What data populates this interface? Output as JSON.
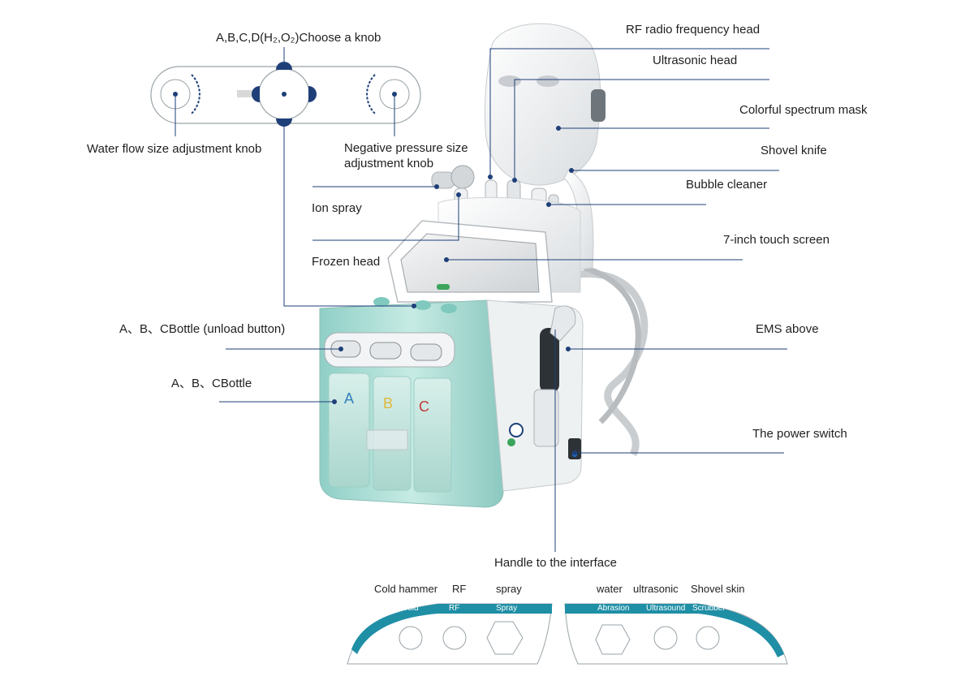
{
  "knob_panel": {
    "title": "A,B,C,D(H₂,O₂)Choose a knob",
    "water_flow_label": "Water flow size adjustment knob",
    "negative_pressure_label": "Negative pressure size adjustment knob"
  },
  "callouts_right": {
    "rf_head": "RF radio frequency head",
    "ultrasonic_head": "Ultrasonic head",
    "spectrum_mask": "Colorful spectrum mask",
    "shovel_knife": "Shovel knife",
    "bubble_cleaner": "Bubble cleaner",
    "touch_screen": "7-inch touch screen",
    "ems_above": "EMS above",
    "power_switch": "The power switch"
  },
  "callouts_left": {
    "ion_spray": "Ion spray",
    "frozen_head": "Frozen head",
    "bottle_unload": "A、B、CBottle (unload button)",
    "bottles": "A、B、CBottle"
  },
  "bottle_letters": [
    "A",
    "B",
    "C"
  ],
  "interface": {
    "title": "Handle to the interface",
    "left_panel": [
      {
        "label": "Cold hammer",
        "tag": "Cold"
      },
      {
        "label": "RF",
        "tag": "RF"
      },
      {
        "label": "spray",
        "tag": "Spray"
      }
    ],
    "right_panel": [
      {
        "label": "water",
        "tag": "Abrasion"
      },
      {
        "label": "ultrasonic",
        "tag": "Ultrasound"
      },
      {
        "label": "Shovel skin",
        "tag": "Scrubber"
      }
    ]
  },
  "colors": {
    "accent_navy": "#1e3f78",
    "machine_teal": "#a9d8d0",
    "panel_teal": "#1f8fa6",
    "bottle_a": "#2f7fc0",
    "bottle_b": "#e0b83a",
    "bottle_c": "#c43a3a"
  }
}
